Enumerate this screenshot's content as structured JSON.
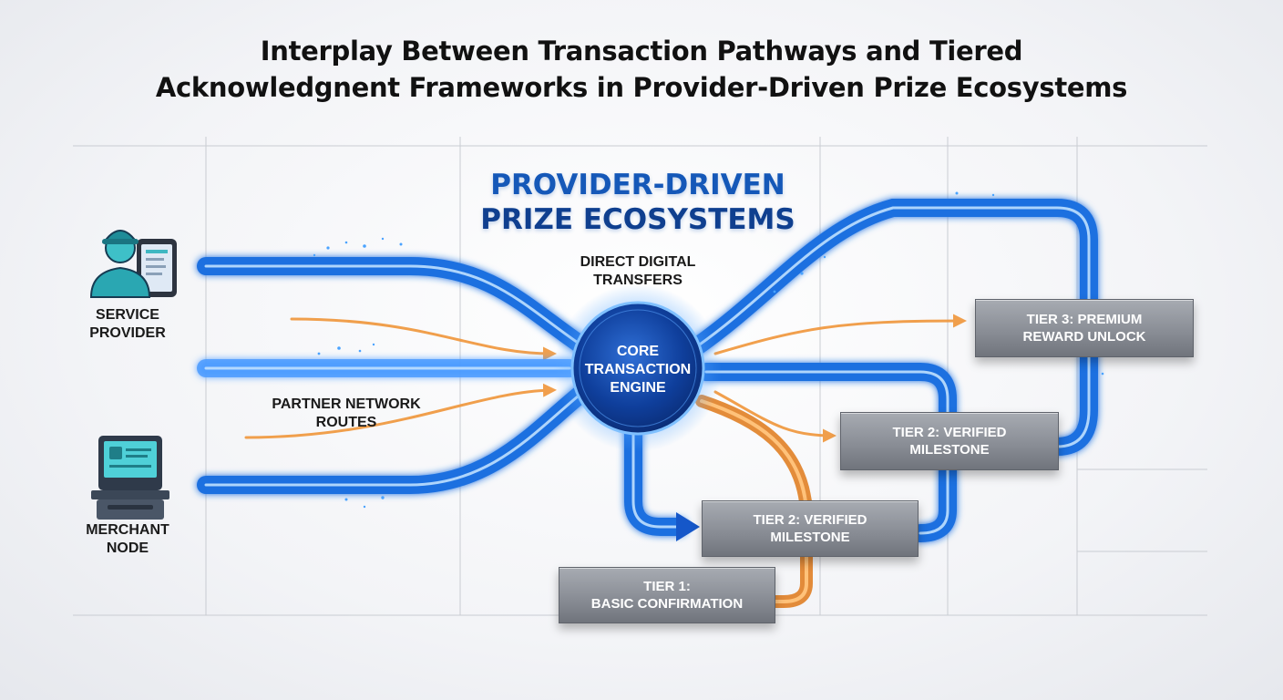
{
  "title": {
    "line1": "Interplay Between Transaction Pathways and Tiered",
    "line2": "Acknowledgnent Frameworks in Provider-Driven Prize Ecosystems"
  },
  "heading": {
    "line1": "PROVIDER-DRIVEN",
    "line2": "PRIZE ECOSYSTEMS"
  },
  "hub": {
    "line1": "CORE",
    "line2": "TRANSACTION",
    "line3": "ENGINE"
  },
  "actors": {
    "service_provider": {
      "line1": "SERVICE",
      "line2": "PROVIDER",
      "icon": "service-provider-icon"
    },
    "merchant_node": {
      "line1": "MERCHANT",
      "line2": "NODE",
      "icon": "merchant-terminal-icon"
    }
  },
  "route_labels": {
    "direct": {
      "line1": "DIRECT DIGITAL",
      "line2": "TRANSFERS"
    },
    "partner": {
      "line1": "PARTNER NETWORK",
      "line2": "ROUTES"
    }
  },
  "tiers": {
    "tier3": {
      "line1": "TIER 3: PREMIUM",
      "line2": "REWARD UNLOCK"
    },
    "tier2_upper": {
      "line1": "TIER 2: VERIFIED",
      "line2": "MILESTONE"
    },
    "tier2_lower": {
      "line1": "TIER 2: VERIFIED",
      "line2": "MILESTONE"
    },
    "tier1": {
      "line1": "TIER 1:",
      "line2": "BASIC CONFIRMATION"
    }
  },
  "colors": {
    "blue_path": "#1f6fe0",
    "orange_path": "#f0963a",
    "hub": "#0d3f9e",
    "tier_box": "#8a8e96"
  }
}
